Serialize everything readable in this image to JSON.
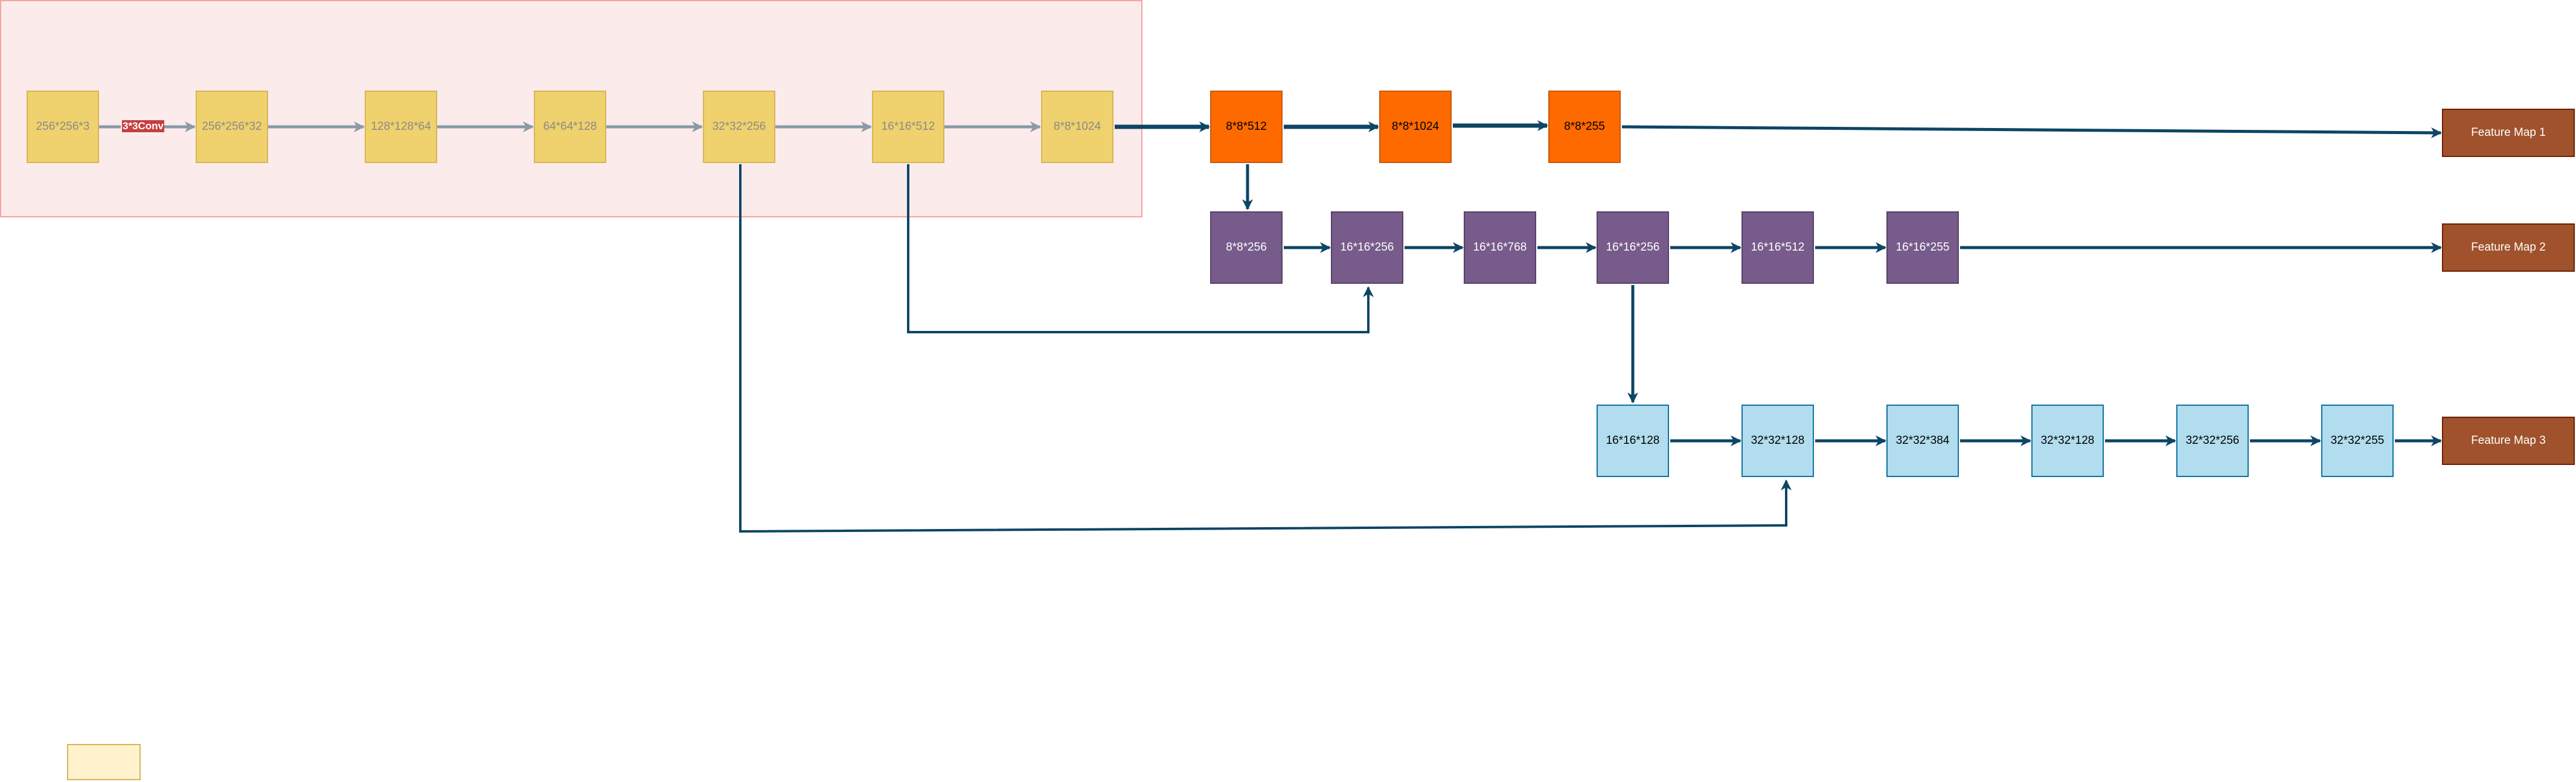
{
  "diagram": {
    "backbone_nodes": [
      "256*256*3",
      "256*256*32",
      "128*128*64",
      "64*64*128",
      "32*32*256",
      "16*16*512",
      "8*8*1024"
    ],
    "conv_label": "3*3Conv",
    "scale1_nodes": [
      "8*8*512",
      "8*8*1024",
      "8*8*255"
    ],
    "scale2_nodes": [
      "8*8*256",
      "16*16*256",
      "16*16*768",
      "16*16*256",
      "16*16*512",
      "16*16*255"
    ],
    "scale3_nodes": [
      "16*16*128",
      "32*32*128",
      "32*32*384",
      "32*32*128",
      "32*32*256",
      "32*32*255"
    ],
    "outputs": [
      "Feature Map 1",
      "Feature Map 2",
      "Feature Map 3"
    ]
  },
  "colors": {
    "backbone_fill": "#efd16d",
    "region_fill": "#fbe4e3",
    "scale1_fill": "#ff6a00",
    "scale2_fill": "#765b8b",
    "scale3_fill": "#b1ddef",
    "output_fill": "#a0522d",
    "edge_dark": "#0d4565",
    "edge_grey": "#8a9aa8"
  }
}
